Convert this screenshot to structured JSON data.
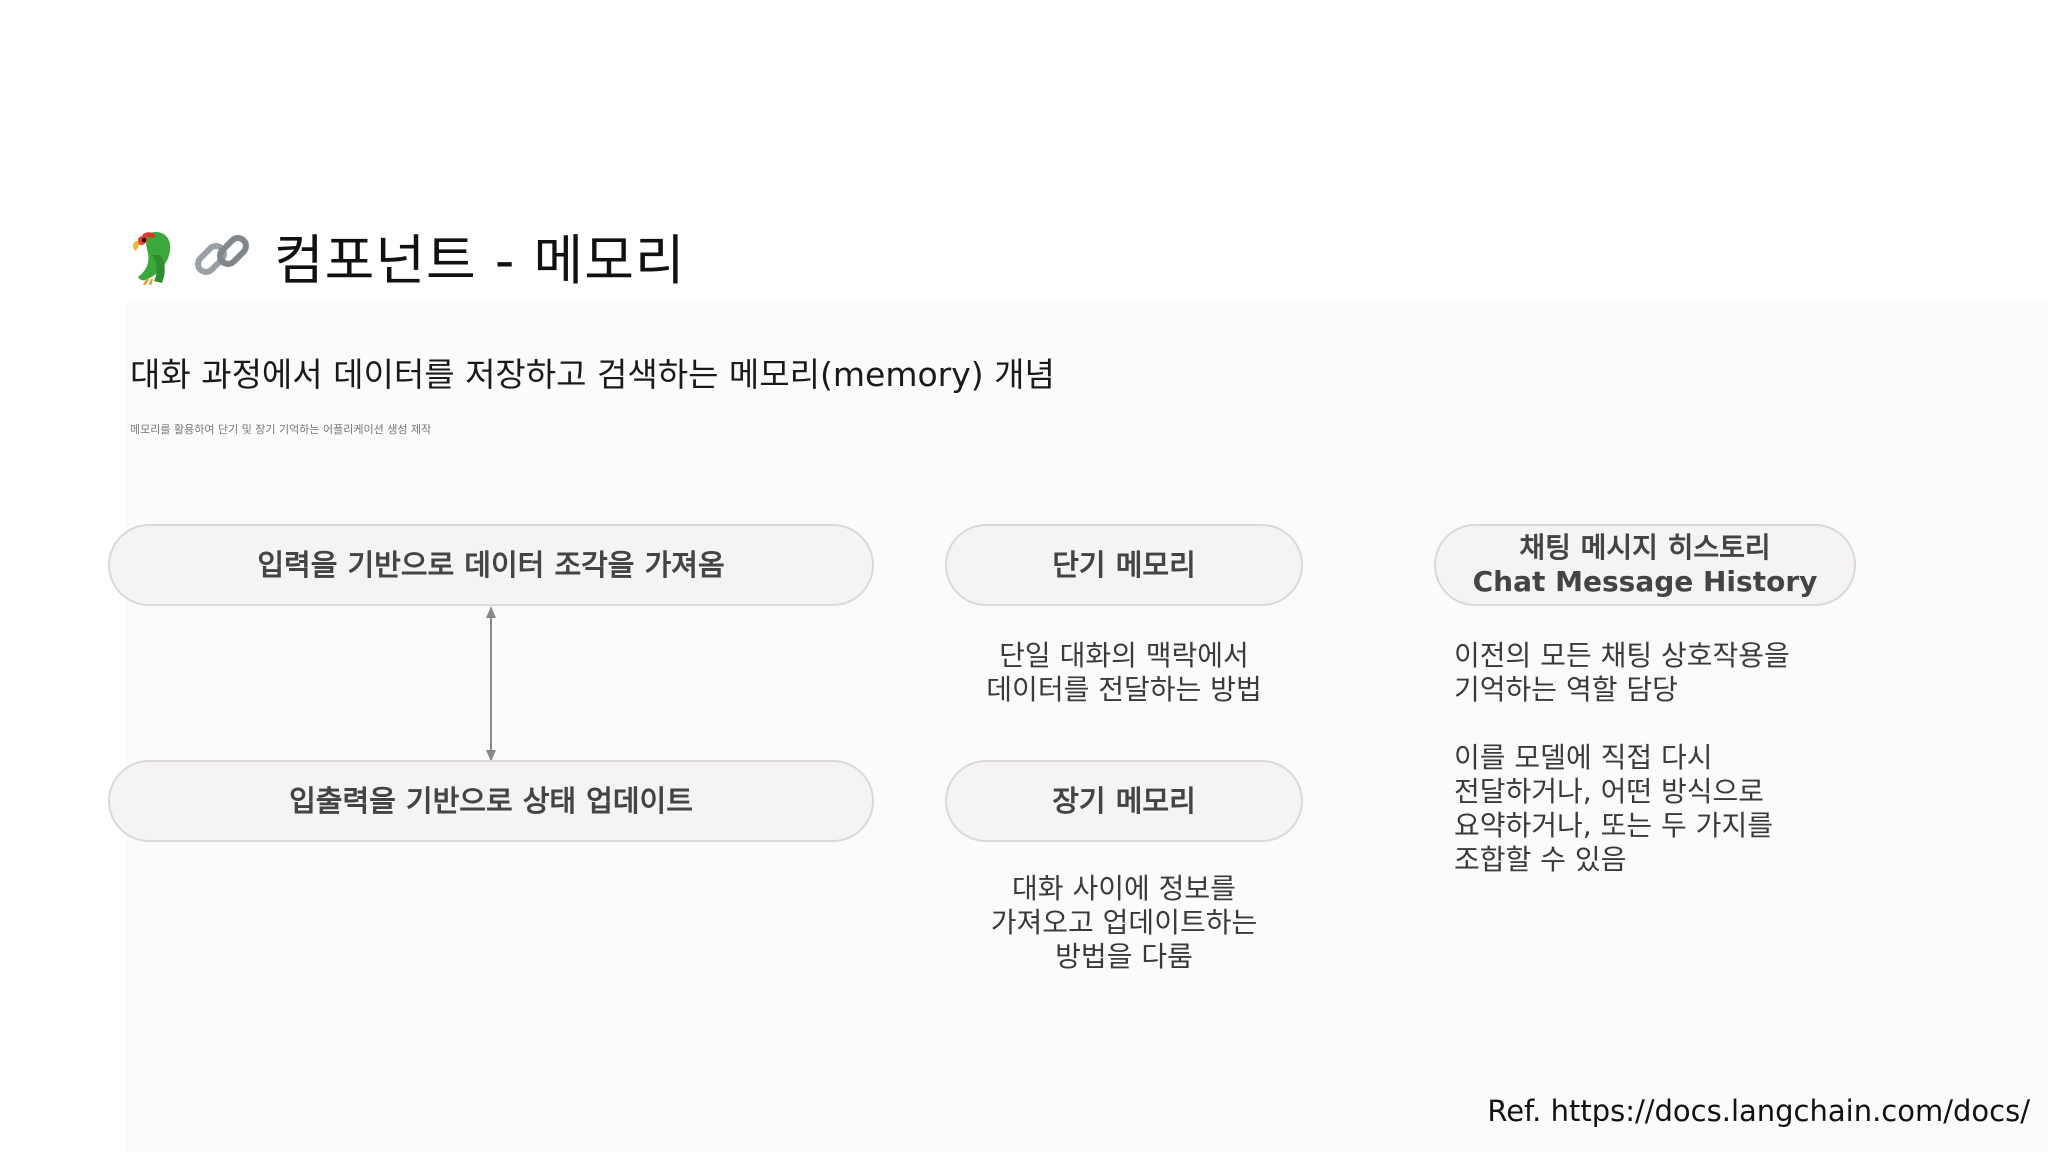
{
  "slide": {
    "title_emoji_icons": [
      "parrot-icon",
      "link-icon"
    ],
    "title": "컴포넌트 - 메모리",
    "subtitle": "대화 과정에서 데이터를 저장하고 검색하는 메모리(memory) 개념",
    "caption": "메모리를 활용하여 단기 및 장기 기억하는 어플리케이션 생성 제작",
    "reference": "Ref. https://docs.langchain.com/docs/"
  },
  "left_flow": {
    "top_box": "입력을 기반으로 데이터 조각을 가져옴",
    "bottom_box": "입출력을 기반으로 상태 업데이트"
  },
  "middle": {
    "short_term_title": "단기 메모리",
    "short_term_desc": [
      "단일 대화의 맥락에서",
      "데이터를 전달하는 방법"
    ],
    "long_term_title": "장기 메모리",
    "long_term_desc": [
      "대화 사이에 정보를",
      "가져오고 업데이트하는",
      "방법을 다룸"
    ]
  },
  "right": {
    "title_ko": "채팅 메시지 히스토리",
    "title_en": "Chat Message History",
    "desc1": [
      "이전의 모든 채팅 상호작용을",
      "기억하는 역할 담당"
    ],
    "desc2": [
      "이를 모델에 직접 다시",
      "전달하거나, 어떤 방식으로",
      "요약하거나, 또는 두 가지를",
      "조합할 수 있음"
    ]
  },
  "colors": {
    "pill_bg": "#f5f3f3",
    "pill_border": "#dcd8d8",
    "arrow": "#8a8a8a",
    "parrot_green": "#3aa83a",
    "link_grey": "#9aa0a6"
  }
}
